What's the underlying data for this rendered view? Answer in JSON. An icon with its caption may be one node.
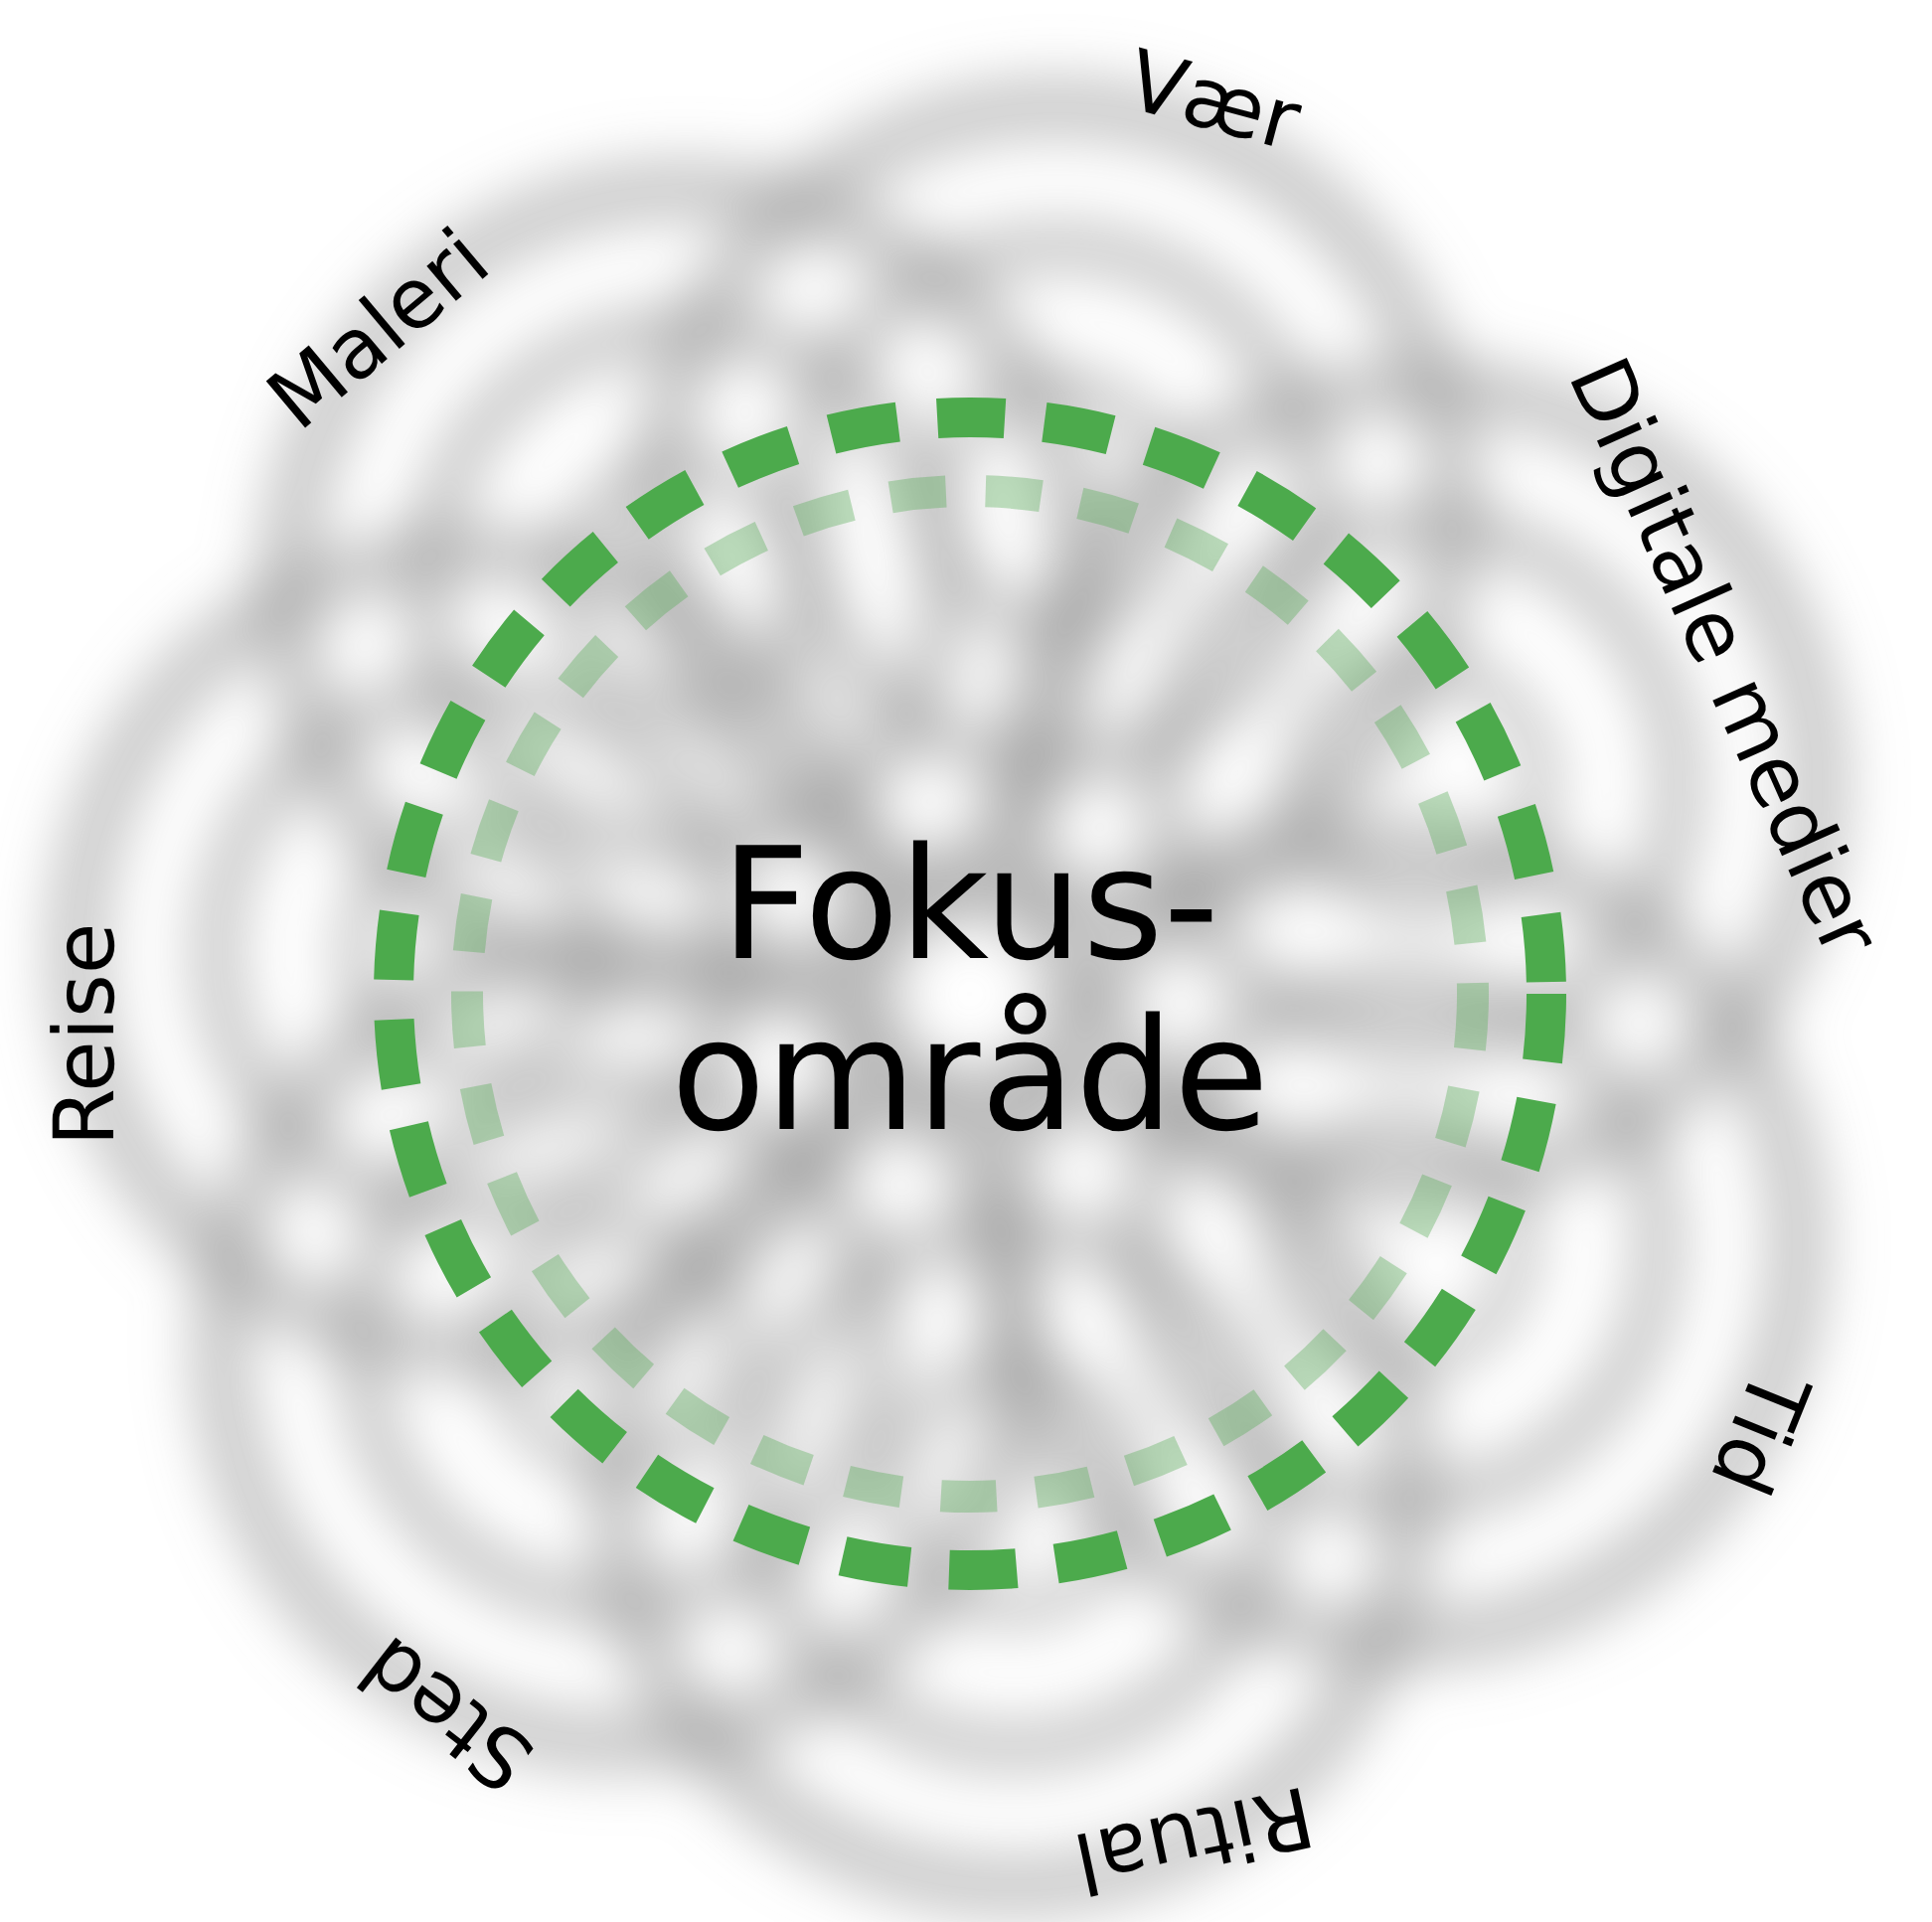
{
  "diagram": {
    "nodes": [
      {
        "text": [
          "Fokus- område"
        ]
      }
    ],
    "edges": [],
    "labels": [
      "Vær",
      "Digitale medier",
      "Tid",
      "Ritual",
      "Sted",
      "Reise",
      "Maleri"
    ]
  }
}
